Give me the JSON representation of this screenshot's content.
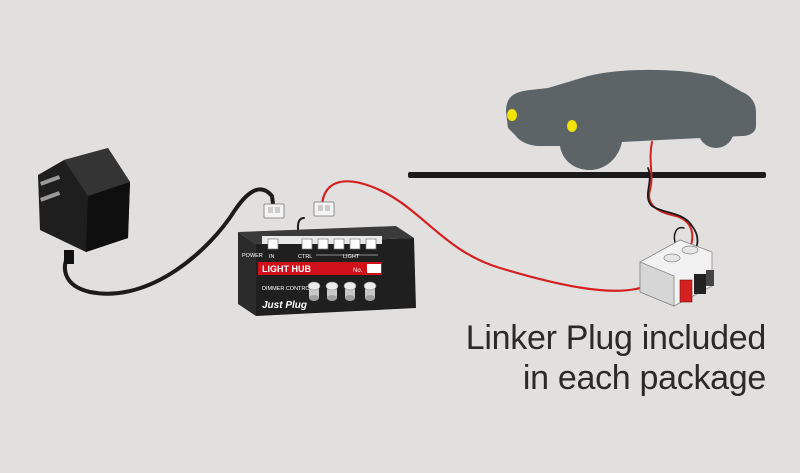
{
  "hub": {
    "power_label": "POWER",
    "in_label": "IN",
    "ctrl_label": "CTRL",
    "light_label": "LIGHT",
    "name": "LIGHT HUB",
    "no_label": "No.",
    "dimmer_label": "DIMMER CONTROLS",
    "brand": "Just Plug"
  },
  "caption": {
    "line1": "Linker Plug included",
    "line2": "in each package"
  },
  "colors": {
    "background": "#e2e0de",
    "car_body": "#5c6468",
    "headlight": "#f2e200",
    "wire_red": "#d42020",
    "hub_red_label": "#d0101a",
    "hub_body": "#2b2b2b"
  }
}
